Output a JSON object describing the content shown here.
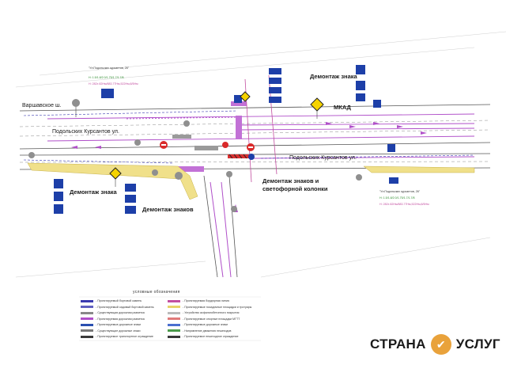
{
  "road_labels": {
    "varshavskoe": "Варшавское ш.",
    "podolskikh_left": "Подольских Курсантов ул.",
    "podolskikh_right": "Подольских Курсантов ул.",
    "mkad": "МКАД"
  },
  "callouts": {
    "demontazh_znaka_top": "Демонтаж знака",
    "demontazh_znaka_left": "Демонтаж знака",
    "demontazh_znakov": "Демонтаж знаков",
    "demontazh_znakov_kolonki_line1": "Демонтаж знаков и",
    "demontazh_znakov_kolonki_line2": "светофорной колонки"
  },
  "legend": {
    "title": "условные обозначения",
    "items": [
      {
        "text": "- Проектируемый бортовой камень",
        "color": "#3a3ab0"
      },
      {
        "text": "- Проектируемый садовый бортовой камень",
        "color": "#6060c0"
      },
      {
        "text": "- Существующая дорожная разметка",
        "color": "#888888"
      },
      {
        "text": "- Проектируемая дорожная разметка",
        "color": "#b04fc9"
      },
      {
        "text": "- Проектируемые дорожные знаки",
        "color": "#2a4fb0"
      },
      {
        "text": "- Существующие дорожные знаки",
        "color": "#777777"
      },
      {
        "text": "- Проектируемое транспортное ограждение",
        "color": "#3a3a3a"
      },
      {
        "text": "- Проектируемая бордюрная линия",
        "color": "#c24fa0"
      },
      {
        "text": "- Проектируемые посадочные площадки и тротуары",
        "color": "#e8d36a"
      },
      {
        "text": "- Устройство асфальтобетонного покрытия",
        "color": "#bbbbbb"
      },
      {
        "text": "- Проектируемые опорные площадки МГТТ",
        "color": "#e07a7a"
      },
      {
        "text": "- Проектируемые дорожные знаки",
        "color": "#4a6fd0"
      },
      {
        "text": "- Направление движения пешеходов",
        "color": "#4a9a4a"
      },
      {
        "text": "- Проектируемое пешеходное ограждение",
        "color": "#3a3a3a"
      }
    ]
  },
  "spec_notes": {
    "top_title": "\"Ул.Подольских курсантов, 26\"",
    "top_line1": "Н: 1.5/1.8/2.0/1.75/1.7/1.7/8",
    "top_line2": "Н: 282х 82Нм/883.77Нм,522Нм,8/5Нм",
    "right_title": "\"Ул.Подольских курсантов, 26\"",
    "right_line1": "Н: 1.5/1.8/2.0/1.75/1.7/1.7/8",
    "right_line2": "Н: 282х 82Нм/883.77Нм,522Нм,8/5Нм"
  },
  "brand": {
    "part1": "СТРАНА",
    "part2": "УСЛУГ",
    "logo_icon": "handshake-icon"
  },
  "colors": {
    "road_markings": "#b04fc9",
    "sign_blue": "#1d3fa8",
    "sidewalk_yellow": "#e8d36a",
    "curb_blue": "#3a3ab0"
  }
}
